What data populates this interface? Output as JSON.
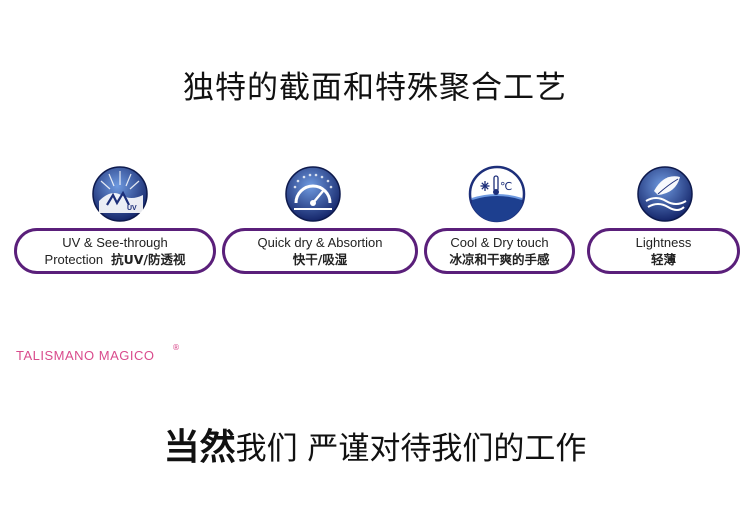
{
  "headline": "独特的截面和特殊聚合工艺",
  "features": [
    {
      "icon": "uv-protection-icon",
      "en_line1": "UV & See-through",
      "en_line2": "Protection",
      "cn": "抗UV/防透视"
    },
    {
      "icon": "quick-dry-gauge-icon",
      "en_line1": "Quick dry & Absortion",
      "cn": "快干/吸湿"
    },
    {
      "icon": "cool-thermometer-icon",
      "icon_text": "℃",
      "en_line1": "Cool & Dry touch",
      "cn": "冰凉和干爽的手感"
    },
    {
      "icon": "lightness-leaf-icon",
      "en_line1": "Lightness",
      "cn": "轻薄"
    }
  ],
  "brand": {
    "name": "TALISMANO MAGICO",
    "mark": "®"
  },
  "tagline": {
    "strong": "当然",
    "rest": "我们 严谨对待我们的工作"
  },
  "colors": {
    "pill_border": "#5a1f7a",
    "icon_dark": "#1d2f7a",
    "icon_light": "#4f7fd0",
    "brand": "#d94b8c"
  }
}
